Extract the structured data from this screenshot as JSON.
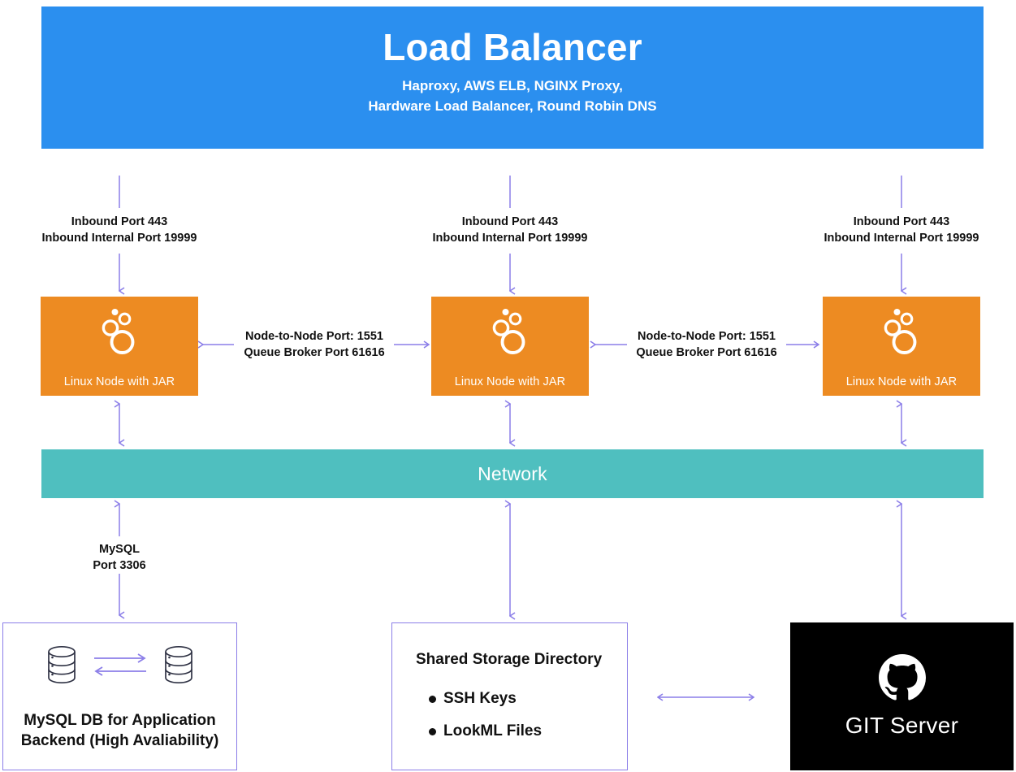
{
  "colors": {
    "blue": "#2B8FEF",
    "orange": "#ED8B22",
    "teal": "#4FBFBF",
    "purple": "#8B7EE8",
    "black": "#000000",
    "text": "#111111"
  },
  "load_balancer": {
    "title": "Load Balancer",
    "subtitle_line1": "Haproxy, AWS ELB, NGINX Proxy,",
    "subtitle_line2": "Hardware Load Balancer, Round Robin DNS"
  },
  "inbound_labels": [
    {
      "line1": "Inbound Port 443",
      "line2": "Inbound Internal Port 19999"
    },
    {
      "line1": "Inbound Port 443",
      "line2": "Inbound Internal Port 19999"
    },
    {
      "line1": "Inbound Port 443",
      "line2": "Inbound Internal Port 19999"
    }
  ],
  "nodes": [
    {
      "label": "Linux Node with JAR",
      "icon": "looker-bubbles-icon"
    },
    {
      "label": "Linux Node with JAR",
      "icon": "looker-bubbles-icon"
    },
    {
      "label": "Linux Node with JAR",
      "icon": "looker-bubbles-icon"
    }
  ],
  "node_links": [
    {
      "line1": "Node-to-Node Port: 1551",
      "line2": "Queue Broker Port 61616"
    },
    {
      "line1": "Node-to-Node Port: 1551",
      "line2": "Queue Broker Port 61616"
    }
  ],
  "network": {
    "label": "Network"
  },
  "mysql_link": {
    "line1": "MySQL",
    "line2": "Port 3306"
  },
  "mysql_box": {
    "caption_line1": "MySQL DB for Application",
    "caption_line2": "Backend (High Avaliability)",
    "icon_left": "database-cylinder-icon",
    "icon_right": "database-cylinder-icon",
    "replication_arrows": "bidirectional-replication-arrows"
  },
  "storage_box": {
    "title": "Shared Storage Directory",
    "items": [
      "SSH Keys",
      "LookML Files"
    ]
  },
  "git_box": {
    "label": "GIT Server",
    "icon": "github-octocat-icon"
  }
}
